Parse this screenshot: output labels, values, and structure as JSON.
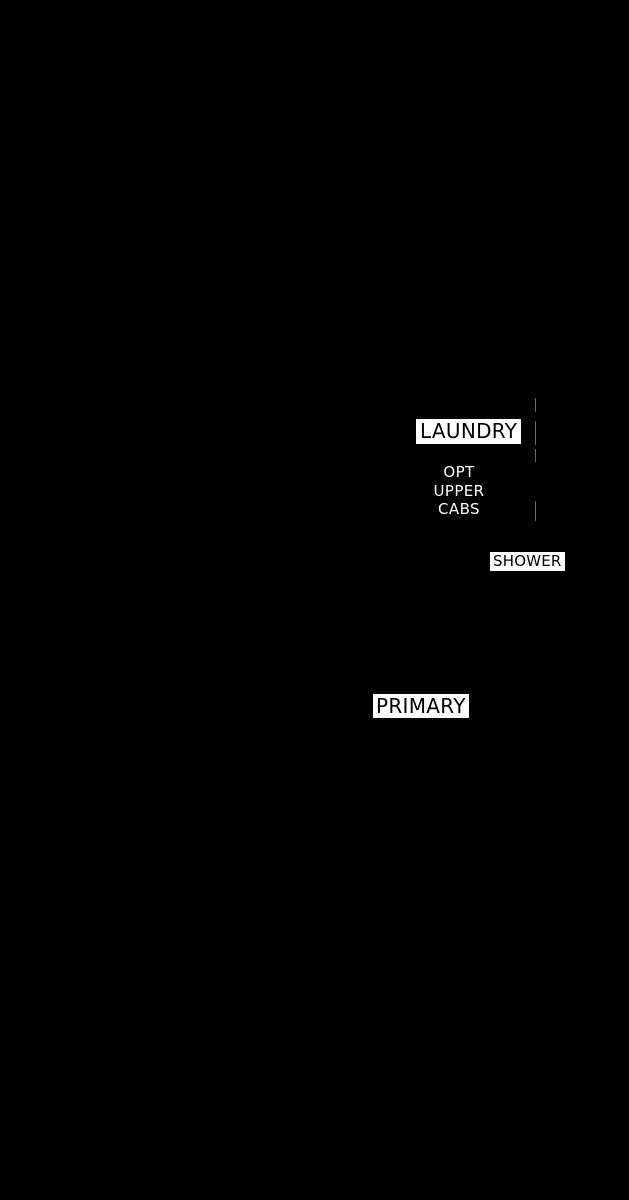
{
  "rooms": {
    "laundry": "LAUNDRY",
    "shower": "SHOWER",
    "primary": "PRIMARY"
  },
  "notes": {
    "upper_cabs": [
      "OPT",
      "UPPER",
      "CABS"
    ]
  },
  "colors": {
    "background": "#000000",
    "label_fill": "#ffffff",
    "label_text": "#000000",
    "note_text": "#ffffff",
    "wall_line": "#6a6a6a"
  }
}
